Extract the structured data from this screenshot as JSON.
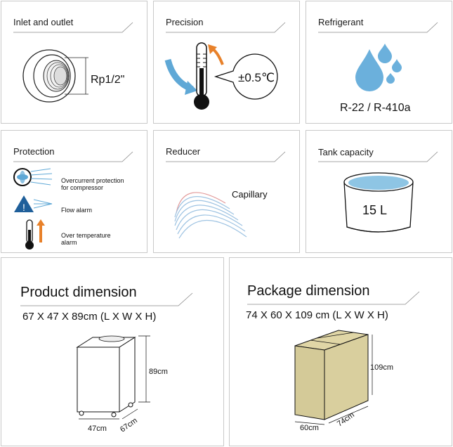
{
  "inlet": {
    "title": "Inlet and outlet",
    "size": "Rp1/2\""
  },
  "precision": {
    "title": "Precision",
    "value": "±0.5℃"
  },
  "refrigerant": {
    "title": "Refrigerant",
    "types": "R-22 / R-410a"
  },
  "protection": {
    "title": "Protection",
    "items": [
      {
        "label_line1": "Overcurrent protection",
        "label_line2": "for compressor",
        "icon": "fan-icon"
      },
      {
        "label_line1": "Flow alarm",
        "label_line2": "",
        "icon": "warning-icon"
      },
      {
        "label_line1": "Over temperature",
        "label_line2": "alarm",
        "icon": "thermometer-icon"
      }
    ]
  },
  "reducer": {
    "title": "Reducer",
    "label": "Capillary"
  },
  "tank": {
    "title": "Tank capacity",
    "value": "15 L"
  },
  "product": {
    "title": "Product dimension",
    "dims": "67 X 47 X 89cm (L X W X H)",
    "height": "89cm",
    "width": "47cm",
    "depth": "67cm"
  },
  "package": {
    "title": "Package dimension",
    "dims": "74 X 60 X 109 cm (L X W X H)",
    "height": "109cm",
    "width": "60cm",
    "depth": "74cm"
  },
  "colors": {
    "accent_blue": "#5fa8d6",
    "arrow_orange": "#e8812a",
    "box": "#d9cf9e"
  }
}
